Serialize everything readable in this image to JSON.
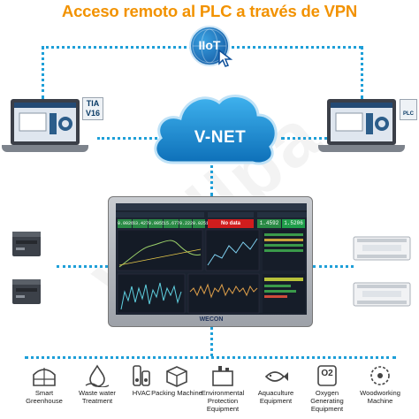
{
  "title": "Acceso remoto al PLC a través de VPN",
  "iiot_label": "IIoT",
  "cloud_label": "V-NET",
  "left_laptop_badge": "TIA V16",
  "right_laptop_badge": "PLC",
  "hmi": {
    "brand": "WECON",
    "kpis": [
      "0.0026",
      "63.4276",
      "0.0055",
      "15.6775",
      "0.2221",
      "0.0251"
    ],
    "alarm": "No data",
    "right_kpis": [
      "1.4592",
      "1.5206"
    ]
  },
  "industries": [
    {
      "icon": "greenhouse-icon",
      "label": "Smart Greenhouse"
    },
    {
      "icon": "water-treatment-icon",
      "label": "Waste water Treatment"
    },
    {
      "icon": "hvac-icon",
      "label": "HVAC"
    },
    {
      "icon": "packing-machine-icon",
      "label": "Packing Machine"
    },
    {
      "icon": "environmental-equipment-icon",
      "label": "Environmental Protection Equipment"
    },
    {
      "icon": "aquaculture-icon",
      "label": "Aquaculture Equipment"
    },
    {
      "icon": "oxygen-icon",
      "label": "Oxygen Generating Equipment"
    },
    {
      "icon": "woodworking-icon",
      "label": "Woodworking Machine"
    }
  ],
  "oxygen_symbol": "O2",
  "watermark": "Wellpa",
  "colors": {
    "title": "#f29200",
    "connector": "#1e9fd8",
    "cloud": "#1a8fd6"
  }
}
